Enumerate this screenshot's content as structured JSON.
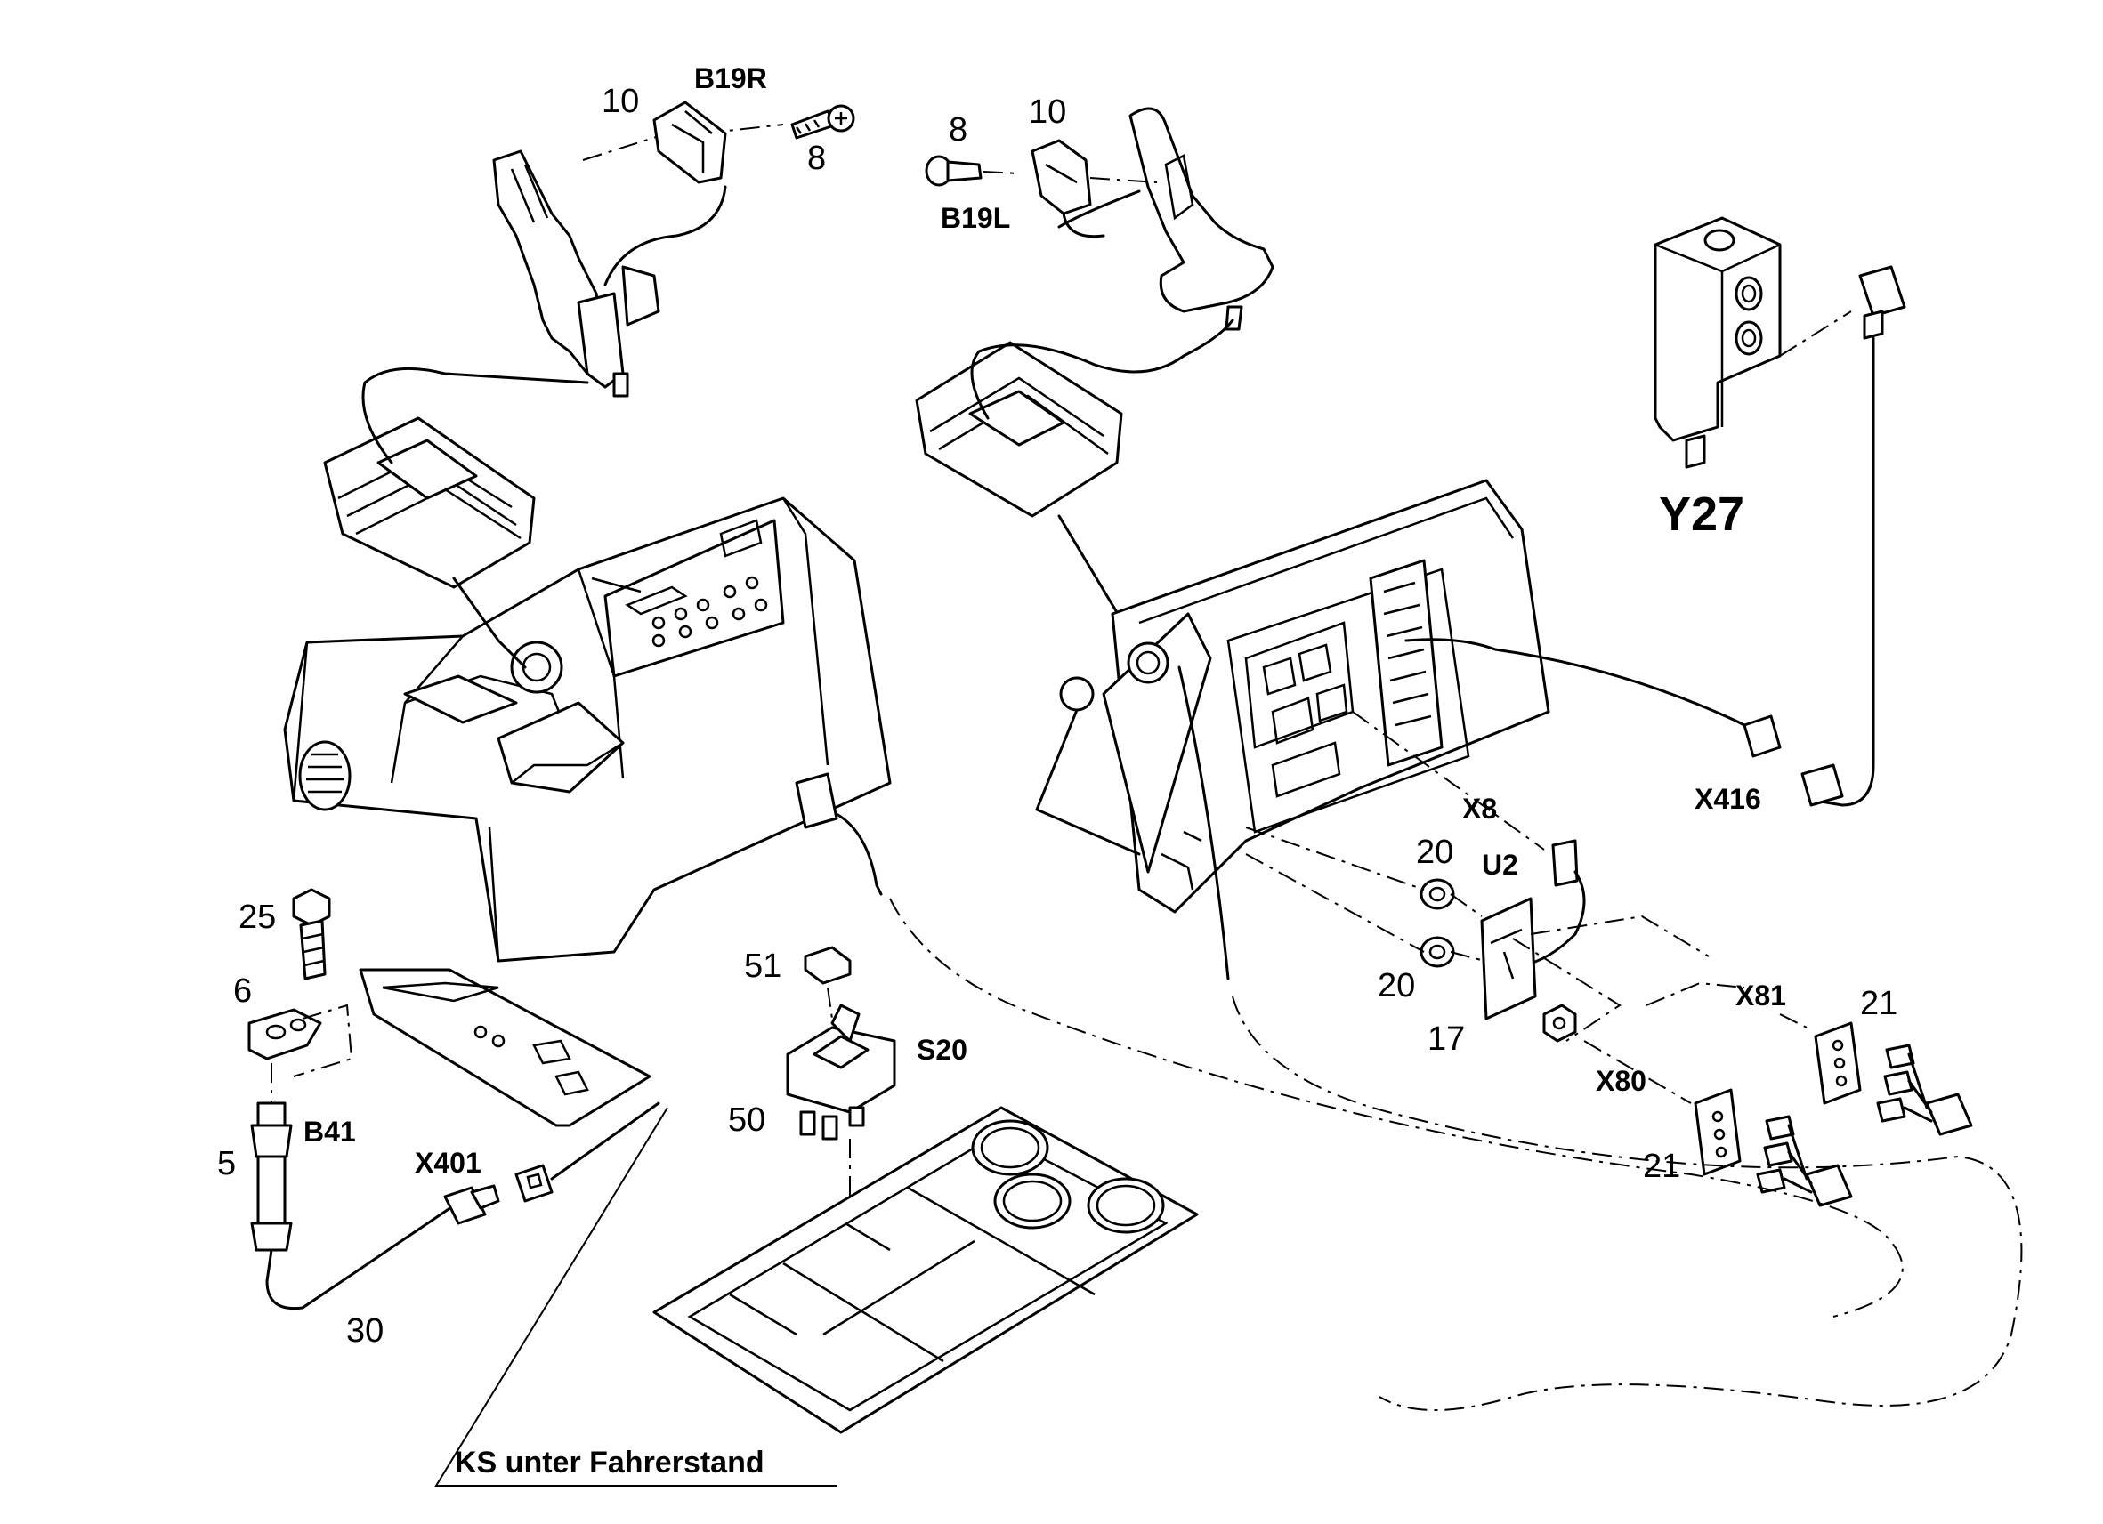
{
  "labels": {
    "b19r": "B19R",
    "n10_left": "10",
    "n8_right": "8",
    "n8_left": "8",
    "n10_right": "10",
    "b19l": "B19L",
    "y27": "Y27",
    "x416": "X416",
    "x8": "X8",
    "n20_top": "20",
    "u2": "U2",
    "n20_bottom": "20",
    "n17": "17",
    "x81": "X81",
    "n21_top": "21",
    "x80": "X80",
    "n21_bottom": "21",
    "n25": "25",
    "n6": "6",
    "b41": "B41",
    "n5": "5",
    "x401": "X401",
    "n30": "30",
    "n51": "51",
    "s20": "S20",
    "n50": "50",
    "ks_note": "KS unter Fahrerstand"
  }
}
